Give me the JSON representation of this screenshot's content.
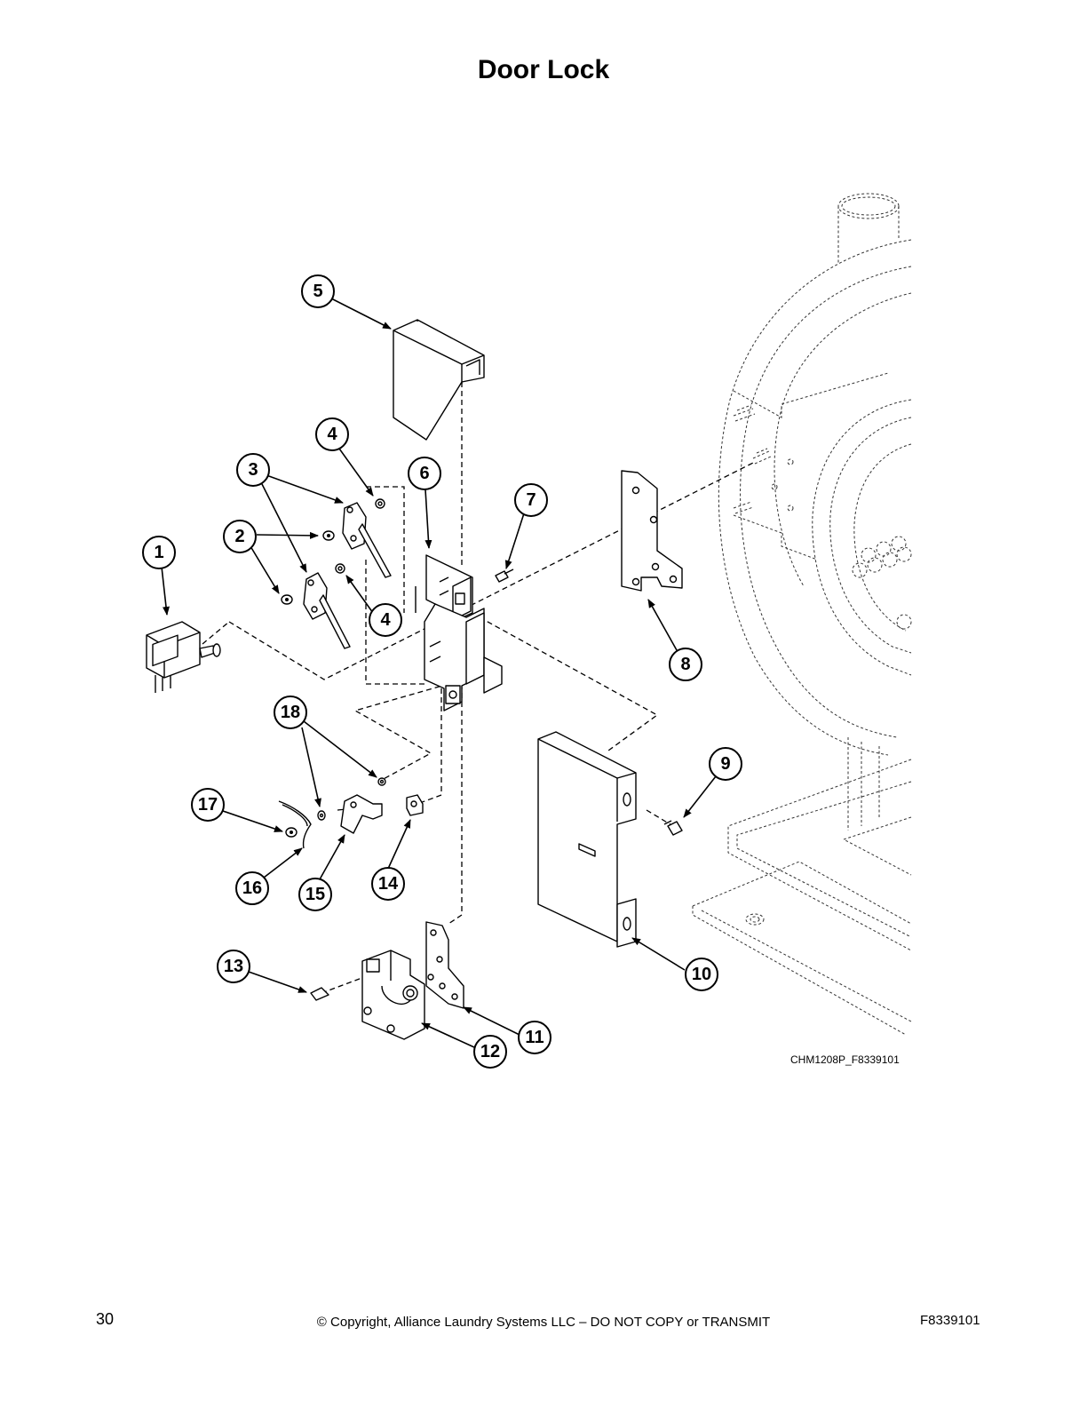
{
  "title": "Door Lock",
  "figure_id": "CHM1208P_F8339101",
  "footer": {
    "page_number": "30",
    "copyright": "© Copyright, Alliance Laundry Systems LLC – DO NOT COPY or TRANSMIT",
    "document_number": "F8339101"
  },
  "callouts": [
    "1",
    "2",
    "3",
    "4",
    "4",
    "5",
    "6",
    "7",
    "8",
    "9",
    "10",
    "11",
    "12",
    "13",
    "14",
    "15",
    "16",
    "17",
    "18"
  ]
}
